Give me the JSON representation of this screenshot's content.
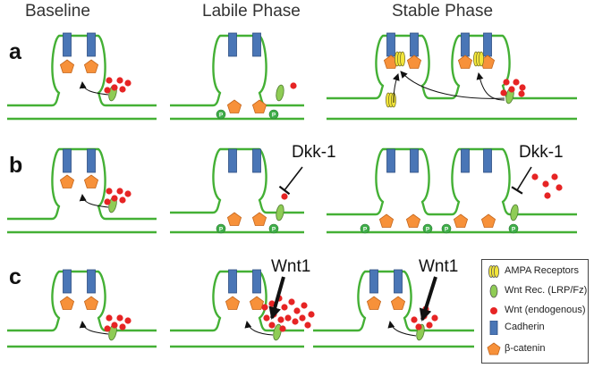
{
  "columns": [
    "Baseline",
    "Labile Phase",
    "Stable Phase"
  ],
  "rows": [
    "a",
    "b",
    "c"
  ],
  "annotations": {
    "dkk_label": "Dkk-1",
    "wnt1_label": "Wnt1",
    "phospho_label": "P"
  },
  "legend": [
    {
      "icon": "ampa-receptor-icon",
      "label": "AMPA Receptors"
    },
    {
      "icon": "wnt-receptor-icon",
      "label": "Wnt Rec. (LRP/Fz)"
    },
    {
      "icon": "wnt-dot-icon",
      "label": "Wnt (endogenous)"
    },
    {
      "icon": "cadherin-icon",
      "label": "Cadherin"
    },
    {
      "icon": "beta-catenin-icon",
      "label": "β-catenin"
    }
  ],
  "colors": {
    "membrane": "#44b035",
    "cadherin": "#4a76b6",
    "beta_catenin": "#f7913a",
    "wnt": "#e62424",
    "receptor": "#8fcc55",
    "ampa": "#f3e53a",
    "phospho": "#3fae49"
  }
}
